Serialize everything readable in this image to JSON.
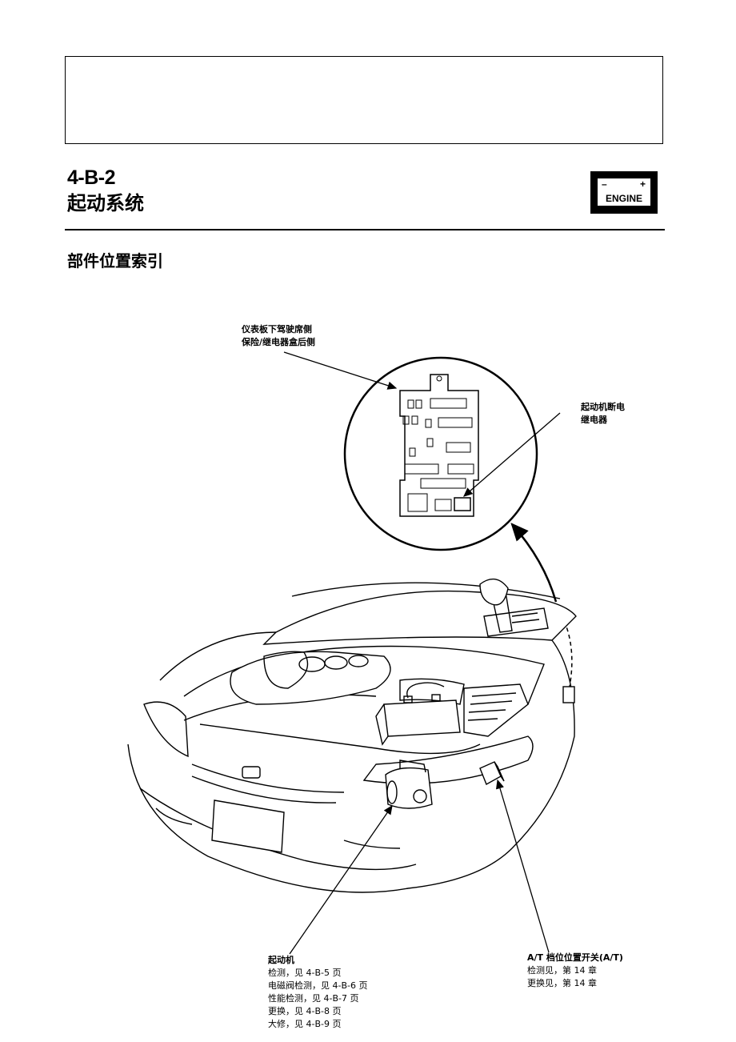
{
  "header": {
    "section_code": "4-B-2",
    "section_title": "起动系统",
    "badge": {
      "text": "ENGINE",
      "minus": "–",
      "plus": "+"
    }
  },
  "page": {
    "subtitle": "部件位置索引"
  },
  "callouts": {
    "fuse_box": {
      "line1": "仪表板下驾驶席侧",
      "line2": "保险/继电器盒后侧"
    },
    "cut_relay": {
      "line1": "起动机断电",
      "line2": "继电器"
    },
    "starter": {
      "title": "起动机",
      "items": [
        "检测，见 4-B-5 页",
        "电磁阀检测，见 4-B-6 页",
        "性能检测，见 4-B-7 页",
        "更换，见 4-B-8 页",
        "大修，见 4-B-9 页"
      ]
    },
    "at_switch": {
      "title": "A/T 档位位置开关(A/T)",
      "items": [
        "检测见，第 14 章",
        "更换见，第 14 章"
      ]
    }
  }
}
